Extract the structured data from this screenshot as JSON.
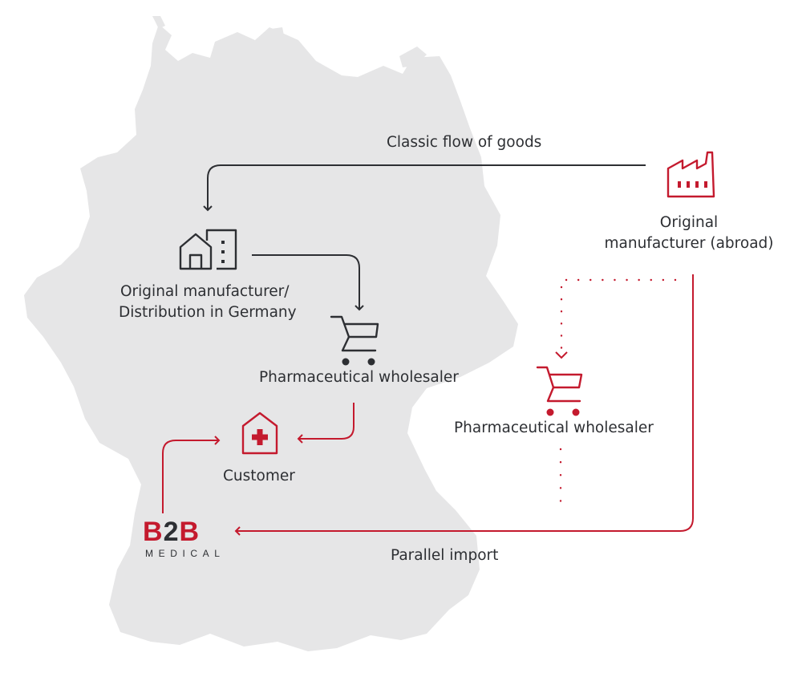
{
  "labels": {
    "classic_flow": "Classic flow of goods",
    "manufacturer_abroad": [
      "Original",
      "manufacturer (abroad)"
    ],
    "manufacturer_germany": [
      "Original manufacturer/",
      "Distribution in Germany"
    ],
    "wholesaler_germany": "Pharmaceutical wholesaler",
    "wholesaler_abroad": "Pharmaceutical wholesaler",
    "customer": "Customer",
    "parallel_import": "Parallel import"
  },
  "logo": {
    "part1": "B",
    "part2": "2",
    "part3": "B",
    "subtitle": "MEDICAL"
  },
  "colors": {
    "map": "#e6e6e7",
    "dark": "#2d2f33",
    "accent": "#c41a2e"
  },
  "icons": {
    "factory": "factory-icon",
    "buildings": "buildings-icon",
    "cart_dark": "shopping-cart-icon",
    "cart_red": "shopping-cart-icon",
    "hospital": "hospital-icon"
  }
}
